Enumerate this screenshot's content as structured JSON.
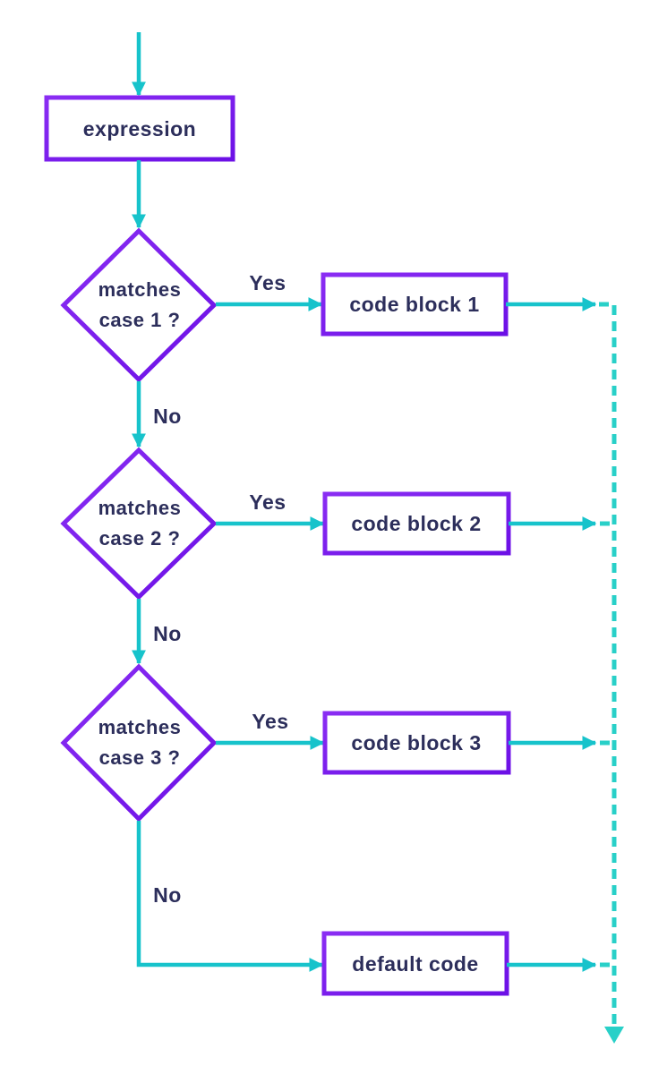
{
  "nodes": {
    "expression": {
      "label": "expression"
    },
    "decision1": {
      "line1": "matches",
      "line2": "case 1 ?"
    },
    "decision2": {
      "line1": "matches",
      "line2": "case 2 ?"
    },
    "decision3": {
      "line1": "matches",
      "line2": "case 3 ?"
    },
    "block1": {
      "label": "code block 1"
    },
    "block2": {
      "label": "code block 2"
    },
    "block3": {
      "label": "code block 3"
    },
    "default_block": {
      "label": "default code"
    }
  },
  "edges": {
    "yes1": "Yes",
    "yes2": "Yes",
    "yes3": "Yes",
    "no1": "No",
    "no2": "No",
    "no3": "No"
  },
  "colors": {
    "arrow_teal": "#17c3cb",
    "dashed_teal": "#29d0c8",
    "node_border_start": "#8a2df3",
    "node_border_end": "#6c10e6",
    "text_navy": "#2c2e5b"
  }
}
